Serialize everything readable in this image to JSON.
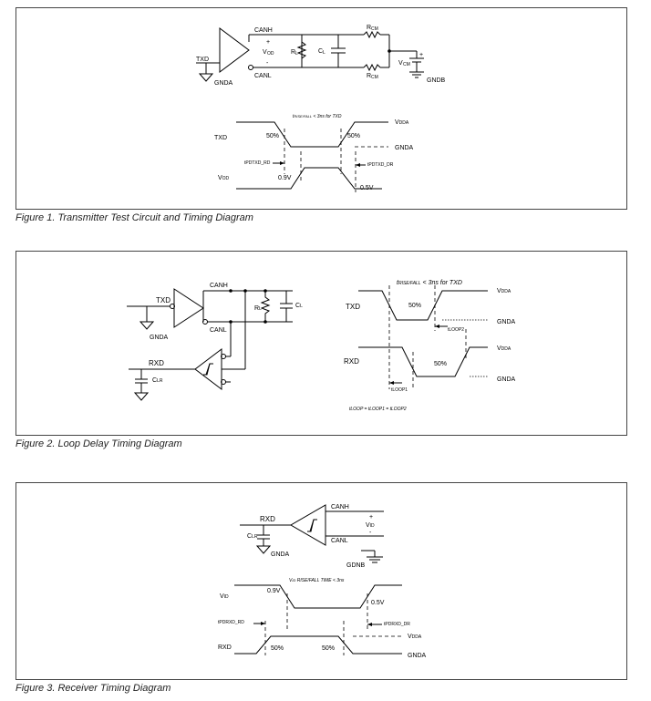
{
  "figure1": {
    "caption": "Figure 1. Transmitter Test Circuit and Timing Diagram",
    "circuit": {
      "txd": "TXD",
      "gnda": "GNDA",
      "canh": "CANH",
      "canl": "CANL",
      "plus": "+",
      "minus": "-",
      "vod": "V",
      "vod_sub": "OD",
      "rl": "R",
      "rl_sub": "L",
      "cl": "C",
      "cl_sub": "L",
      "rcm": "R",
      "rcm_sub": "CM",
      "vcm": "V",
      "vcm_sub": "CM",
      "gndb": "GNDB"
    },
    "timing": {
      "note": "t",
      "note_sub": "RISE/FALL",
      "note_rest": " < 3ns for TXD",
      "txd": "TXD",
      "vdda": "V",
      "vdda_sub": "DDA",
      "gnda": "GNDA",
      "pct_left": "50%",
      "pct_right": "50%",
      "tpd_rd": "t",
      "tpd_rd_sub": "PDTXD_RD",
      "tpd_dr": "t",
      "tpd_dr_sub": "PDTXD_DR",
      "vod": "V",
      "vod_sub": "OD",
      "v09": "0.9V",
      "v05": "0.5V"
    }
  },
  "figure2": {
    "caption": "Figure 2. Loop Delay Timing Diagram",
    "circuit": {
      "canh": "CANH",
      "canl": "CANL",
      "txd": "TXD",
      "gnda": "GNDA",
      "rxd": "RXD",
      "clr": "C",
      "clr_sub": "LR",
      "rl": "R",
      "rl_sub": "L",
      "cl": "C",
      "cl_sub": "L"
    },
    "timing": {
      "note": "t",
      "note_sub": "RISE/FALL",
      "note_rest": " < 3ns for TXD",
      "txd": "TXD",
      "rxd": "RXD",
      "vdda": "V",
      "vdda_sub": "DDA",
      "gnda": "GNDA",
      "pct1": "50%",
      "pct2": "50%",
      "tloop1": "t",
      "tloop1_sub": "LOOP1",
      "tloop2": "t",
      "tloop2_sub": "LOOP2",
      "eq_a": "t",
      "eq_a_sub": "LOOP",
      "eq_b": " = t",
      "eq_b_sub": "LOOP1",
      "eq_c": " = t",
      "eq_c_sub": "LOOP2"
    }
  },
  "figure3": {
    "caption": "Figure 3. Receiver Timing Diagram",
    "circuit": {
      "rxd": "RXD",
      "canh": "CANH",
      "canl": "CANL",
      "clr": "C",
      "clr_sub": "LR",
      "gnda": "GNDA",
      "gndb": "GDNB",
      "vid": "V",
      "vid_sub": "ID",
      "plus": "+",
      "minus": "-"
    },
    "timing": {
      "note": "V",
      "note_sub": "ID",
      "note_rest": " RISE/FALL TIME < 3ns",
      "vid": "V",
      "vid_sub": "ID",
      "v09": "0.9V",
      "v05": "0.5V",
      "tpd_rd": "t",
      "tpd_rd_sub": "PDRXD_RD",
      "tpd_dr": "t",
      "tpd_dr_sub": "PDRXD_DR",
      "rxd": "RXD",
      "vdda": "V",
      "vdda_sub": "DDA",
      "gnda": "GNDA",
      "pct1": "50%",
      "pct2": "50%"
    }
  }
}
